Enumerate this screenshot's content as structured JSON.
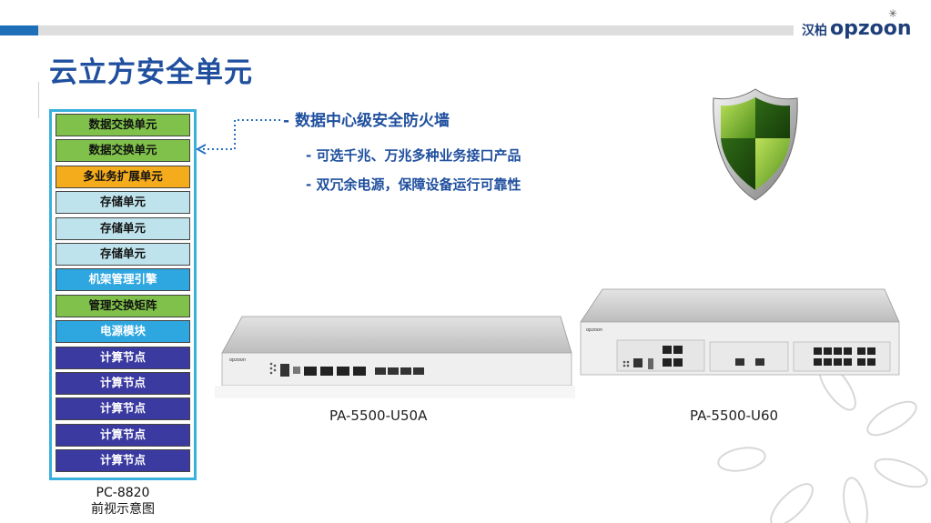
{
  "logo": {
    "cn": "汉柏",
    "en": "opzoon"
  },
  "page": {
    "title": "云立方安全单元"
  },
  "rack": {
    "slots": [
      {
        "label": "数据交换单元",
        "color": "#7fc14a"
      },
      {
        "label": "数据交换单元",
        "color": "#7fc14a"
      },
      {
        "label": "多业务扩展单元",
        "color": "#f4ac1c"
      },
      {
        "label": "存储单元",
        "color": "#bfe3ec"
      },
      {
        "label": "存储单元",
        "color": "#bfe3ec"
      },
      {
        "label": "存储单元",
        "color": "#bfe3ec"
      },
      {
        "label": "机架管理引擎",
        "color": "#2ea7e0"
      },
      {
        "label": "管理交换矩阵",
        "color": "#7fc14a"
      },
      {
        "label": "电源模块",
        "color": "#2ea7e0"
      },
      {
        "label": "计算节点",
        "color": "#3b3aa0"
      },
      {
        "label": "计算节点",
        "color": "#3b3aa0"
      },
      {
        "label": "计算节点",
        "color": "#3b3aa0"
      },
      {
        "label": "计算节点",
        "color": "#3b3aa0"
      },
      {
        "label": "计算节点",
        "color": "#3b3aa0"
      }
    ],
    "caption_line1": "PC-8820",
    "caption_line2": "前视示意图"
  },
  "bullets": {
    "main": "- 数据中心级安全防火墙",
    "sub1": "- 可选千兆、万兆多种业务接口产品",
    "sub2": "- 双冗余电源，保障设备运行可靠性"
  },
  "devices": {
    "left_name": "PA-5500-U50A",
    "right_name": "PA-5500-U60"
  },
  "colors": {
    "title": "#1f4f9e",
    "accent": "#1d6fb8",
    "rack_border": "#3ab0dc"
  }
}
